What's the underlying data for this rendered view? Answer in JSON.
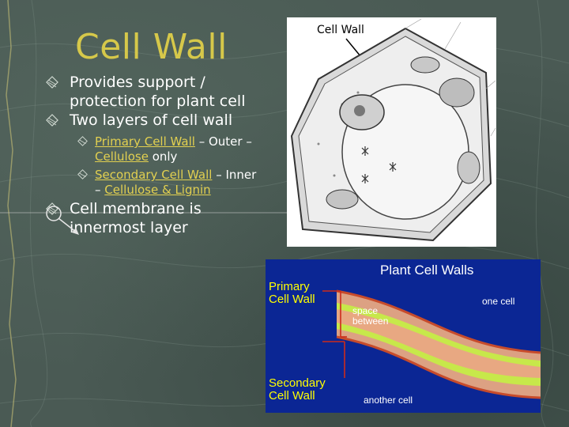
{
  "slide": {
    "title": "Cell Wall",
    "bullets": [
      {
        "text": "Provides support / protection for plant cell"
      },
      {
        "text": "Two layers of cell wall"
      },
      {
        "prefix": "",
        "underlined": "Primary Cell Wall",
        "suffix": " – Outer – ",
        "underlined2": "Cellulose",
        "suffix2": " only"
      },
      {
        "underlined": "Secondary Cell Wall",
        "suffix": " – Inner – ",
        "underlined2": "Cellulose & Lignin"
      },
      {
        "text": "Cell membrane is innermost layer"
      }
    ]
  },
  "figure_cell": {
    "label": "Cell Wall"
  },
  "figure_walls": {
    "title": "Plant Cell Walls",
    "label_primary": "Primary Cell Wall",
    "label_secondary": "Secondary Cell Wall",
    "label_space": "space between",
    "label_one_cell": "one cell",
    "label_another_cell": "another cell"
  },
  "colors": {
    "title": "#d6c84a",
    "underline_text": "#e2d050",
    "walls_background": "#0b2694",
    "walls_label": "#ffff00"
  },
  "icons": [
    "bullet-icon",
    "arrow-pointer-icon"
  ]
}
